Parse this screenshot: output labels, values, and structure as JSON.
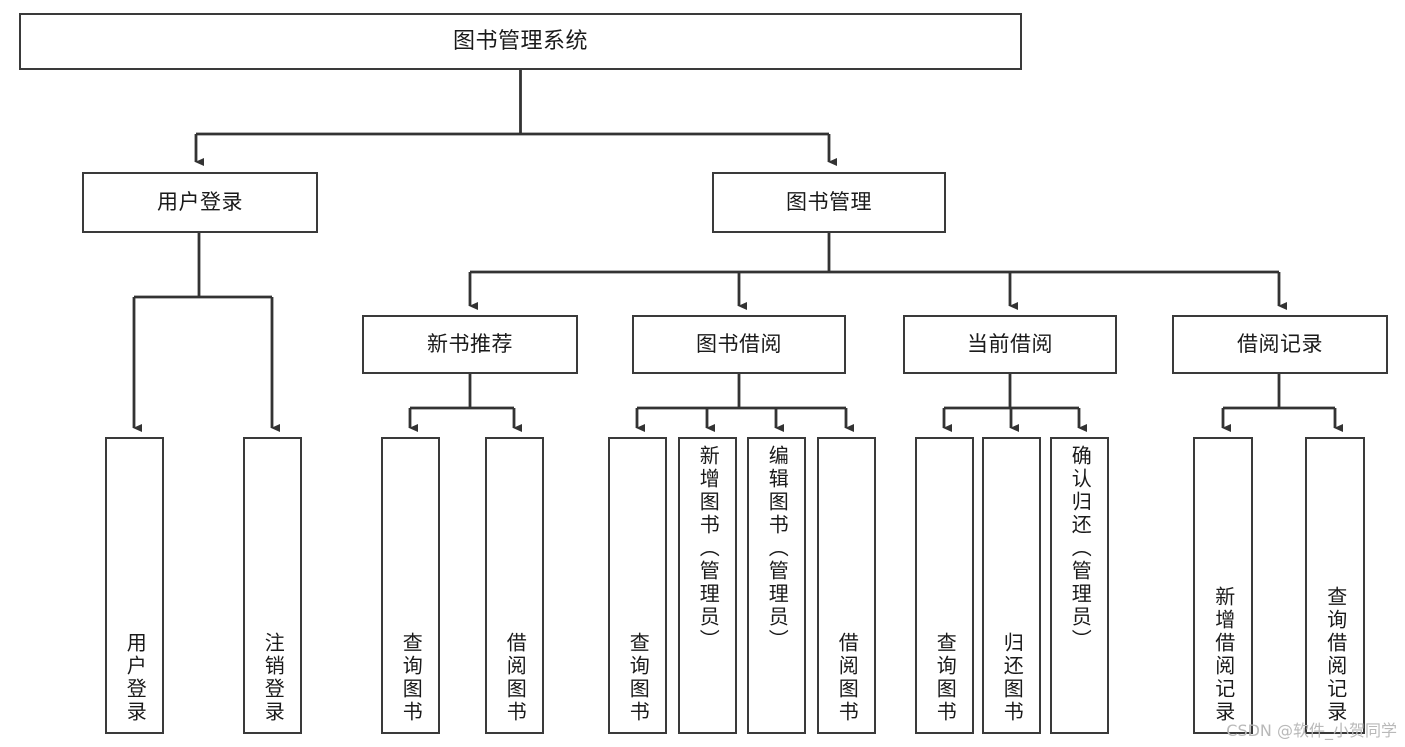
{
  "diagram": {
    "type": "tree",
    "title": "图书管理系统",
    "orientation": "top-down",
    "colors": {
      "box_border": "#3a3a3a",
      "box_fill": "#ffffff",
      "connector": "#333333",
      "text": "#1a1a1a",
      "watermark": "#b9b9b9"
    },
    "root": {
      "label": "图书管理系统"
    },
    "level2": [
      {
        "label": "用户登录"
      },
      {
        "label": "图书管理"
      }
    ],
    "level3": [
      {
        "label": "新书推荐"
      },
      {
        "label": "图书借阅"
      },
      {
        "label": "当前借阅"
      },
      {
        "label": "借阅记录"
      }
    ],
    "leaves": {
      "user_login": [
        {
          "label": "用户登录"
        },
        {
          "label": "注销登录"
        }
      ],
      "new_book_recommend": [
        {
          "label": "查询图书"
        },
        {
          "label": "借阅图书"
        }
      ],
      "book_borrow": [
        {
          "label": "查询图书"
        },
        {
          "label": "新增图书（管理员）"
        },
        {
          "label": "编辑图书（管理员）"
        },
        {
          "label": "借阅图书"
        }
      ],
      "current_borrow": [
        {
          "label": "查询图书"
        },
        {
          "label": "归还图书"
        },
        {
          "label": "确认归还（管理员）"
        }
      ],
      "borrow_record": [
        {
          "label": "新增借阅记录"
        },
        {
          "label": "查询借阅记录"
        }
      ]
    }
  },
  "watermark": {
    "text": "CSDN @软件_小贺同学"
  }
}
